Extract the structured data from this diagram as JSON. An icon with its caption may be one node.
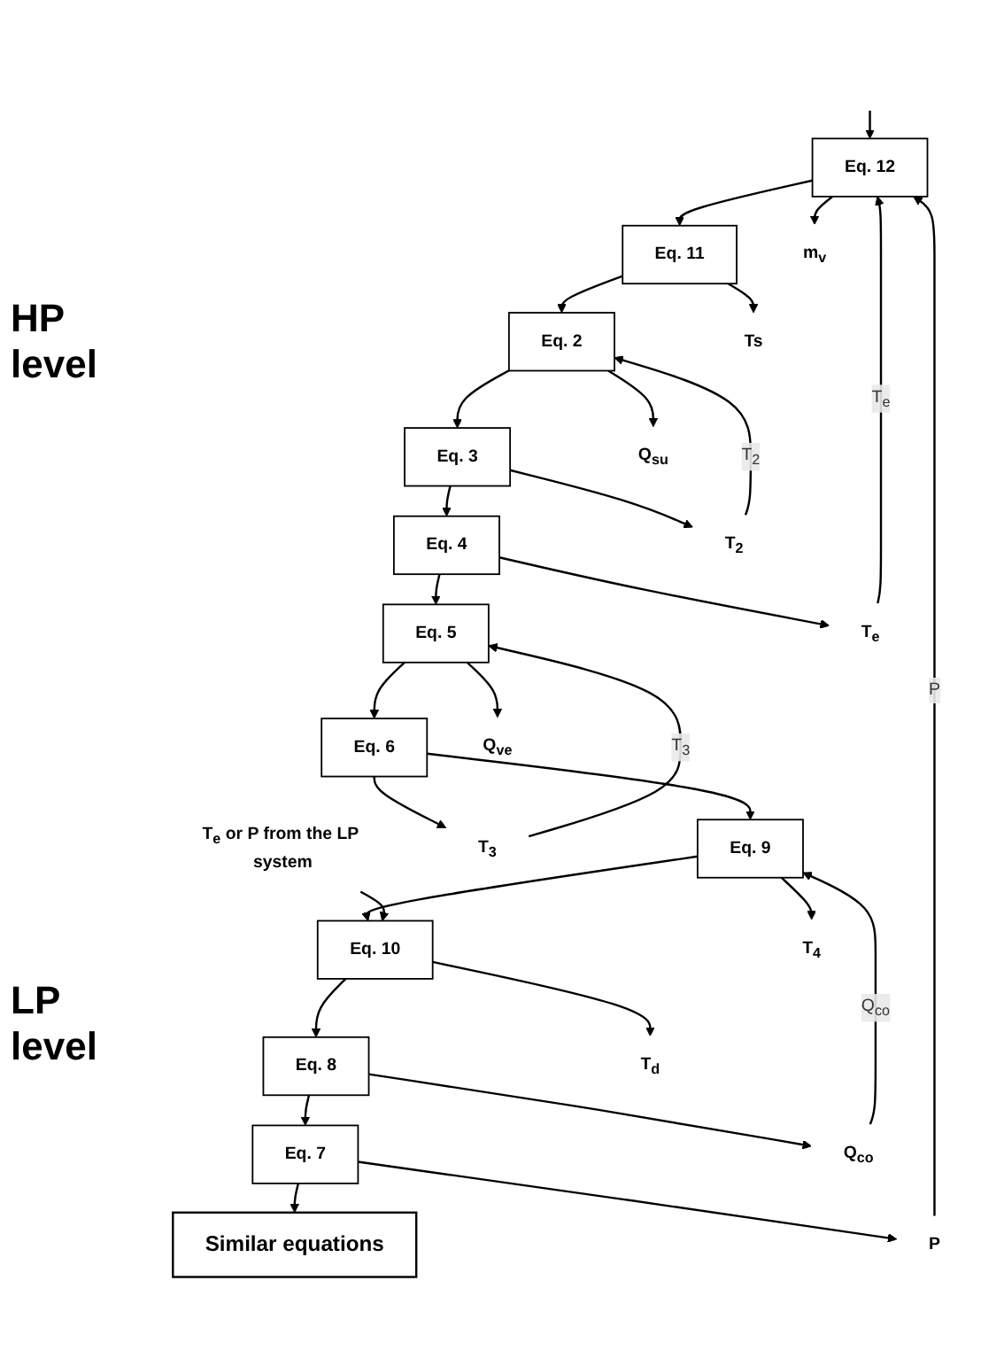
{
  "diagram": {
    "nodes": [
      {
        "text": [
          "Eq. 12"
        ]
      },
      {
        "text": [
          "Eq. 11"
        ]
      },
      {
        "text": [
          "Eq. 2"
        ]
      },
      {
        "text": [
          "Eq. 3"
        ]
      },
      {
        "text": [
          "Eq. 4"
        ]
      },
      {
        "text": [
          "Eq. 5"
        ]
      },
      {
        "text": [
          "Eq. 6"
        ]
      },
      {
        "text": [
          "Eq. 9"
        ]
      },
      {
        "text": [
          "Eq. 10"
        ]
      },
      {
        "text": [
          "Eq. 8"
        ]
      },
      {
        "text": [
          "Eq. 7"
        ]
      },
      {
        "text": [
          "m$_{v}$"
        ]
      },
      {
        "text": [
          "Ts"
        ]
      },
      {
        "text": [
          "Q$_{su}$"
        ]
      },
      {
        "text": [
          "T$_{2}$"
        ]
      },
      {
        "text": [
          "T$_{e}$"
        ]
      },
      {
        "text": [
          "Q$_{ve}$"
        ]
      },
      {
        "text": [
          "T$_{3}$"
        ]
      },
      {
        "text": [
          "T$_{4}$"
        ]
      },
      {
        "text": [
          "T$_{d}$"
        ]
      },
      {
        "text": [
          "Q$_{co}$"
        ]
      },
      {
        "text": [
          "P"
        ]
      },
      {
        "text": [
          "Similar equations"
        ]
      },
      {
        "text": [
          "T$_{e}$ or P from the LP system"
        ]
      }
    ],
    "edges": [
      {
        "from": null,
        "to": 0,
        "arrow": "to"
      },
      {
        "from": 0,
        "to": 1,
        "arrow": "to"
      },
      {
        "from": 1,
        "to": 2,
        "arrow": "to"
      },
      {
        "from": 2,
        "to": 3,
        "arrow": "to"
      },
      {
        "from": 3,
        "to": 4,
        "arrow": "to"
      },
      {
        "from": 4,
        "to": 5,
        "arrow": "to"
      },
      {
        "from": 5,
        "to": 6,
        "arrow": "to"
      },
      {
        "from": 6,
        "to": 7,
        "arrow": "to"
      },
      {
        "from": 7,
        "to": 8,
        "arrow": "to"
      },
      {
        "from": 8,
        "to": 9,
        "arrow": "to"
      },
      {
        "from": 9,
        "to": 10,
        "arrow": "to"
      },
      {
        "from": 10,
        "to": 22,
        "arrow": "to"
      },
      {
        "from": 0,
        "to": 11,
        "arrow": "to"
      },
      {
        "from": 1,
        "to": 12,
        "arrow": "to"
      },
      {
        "from": 2,
        "to": 13,
        "arrow": "to"
      },
      {
        "from": 3,
        "to": 14,
        "arrow": "to"
      },
      {
        "from": 4,
        "to": 15,
        "arrow": "to"
      },
      {
        "from": 5,
        "to": 16,
        "arrow": "to"
      },
      {
        "from": 6,
        "to": 17,
        "arrow": "to"
      },
      {
        "from": 7,
        "to": 18,
        "arrow": "to"
      },
      {
        "from": 8,
        "to": 19,
        "arrow": "to"
      },
      {
        "from": 9,
        "to": 20,
        "arrow": "to"
      },
      {
        "from": 10,
        "to": 21,
        "arrow": "to"
      },
      {
        "from": 21,
        "to": 0,
        "label": "P",
        "arrow": "to"
      },
      {
        "from": 15,
        "to": 0,
        "label": "T$_{e}$",
        "arrow": "to"
      },
      {
        "from": 14,
        "to": 2,
        "label": "T$_{2}$",
        "arrow": "to"
      },
      {
        "from": 17,
        "to": 5,
        "label": "T$_{3}$",
        "arrow": "to"
      },
      {
        "from": 20,
        "to": 7,
        "label": "Q$_{co}$",
        "arrow": "to"
      },
      {
        "from": 23,
        "to": 8,
        "arrow": "to"
      }
    ],
    "labels": [
      "HP level",
      "LP level"
    ]
  }
}
